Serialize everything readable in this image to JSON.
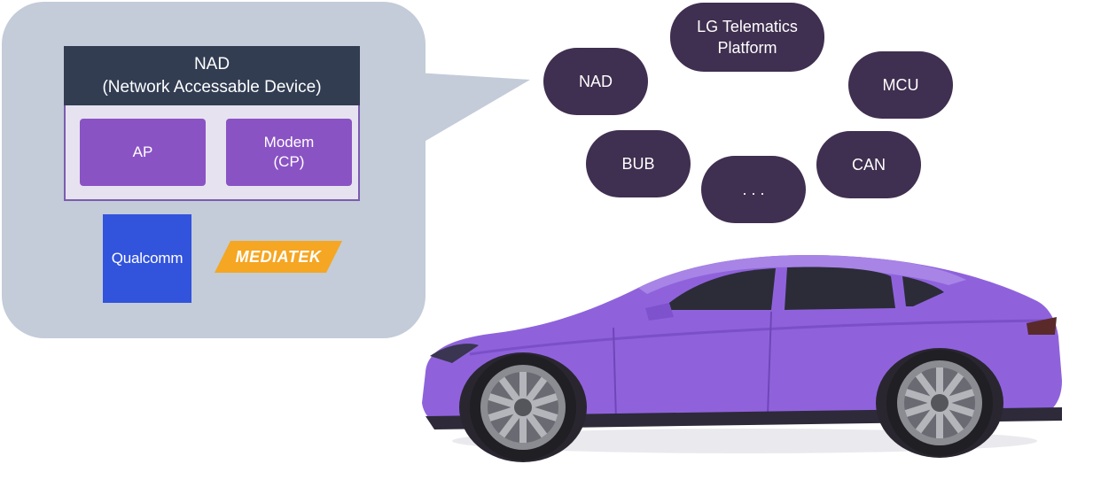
{
  "nad": {
    "title_line1": "NAD",
    "title_line2": "(Network Accessable Device)",
    "chip_ap": "AP",
    "chip_modem_line1": "Modem",
    "chip_modem_line2": "(CP)"
  },
  "vendors": {
    "qualcomm": "Qualcomm",
    "mediatek": "MEDIATEK"
  },
  "components": {
    "nad": "NAD",
    "lg_platform_line1": "LG Telematics",
    "lg_platform_line2": "Platform",
    "mcu": "MCU",
    "bub": "BUB",
    "ellipsis": ". . .",
    "can": "CAN"
  },
  "colors": {
    "callout": "#c3ccd8",
    "header": "#323d52",
    "chip": "#8a53c4",
    "pill": "#3f2f50",
    "car_body": "#8f62dc",
    "qualcomm_blue": "#3253dc",
    "mediatek_orange": "#f5a623"
  }
}
